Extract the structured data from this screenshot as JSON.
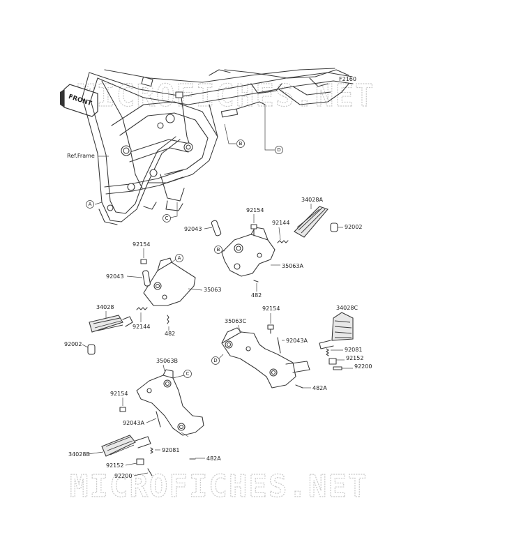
{
  "figure_code": "F2160",
  "watermark": "MICROFICHES.NET",
  "front_arrow": "FRONT",
  "frame_label": "Ref.Frame",
  "callouts": [
    "A",
    "B",
    "C",
    "D"
  ],
  "groups": {
    "B_bracket": {
      "p92154": "92154",
      "p92043": "92043",
      "p34028A": "34028A",
      "p92144": "92144",
      "p92002": "92002",
      "p35063A": "35063A",
      "p482": "482"
    },
    "A_bracket": {
      "p92154": "92154",
      "p92043": "92043",
      "p35063": "35063",
      "p34028": "34028",
      "p92144": "92144",
      "p482": "482",
      "p92002": "92002"
    },
    "D_bracket": {
      "p92154": "92154",
      "p35063C": "35063C",
      "p34028C": "34028C",
      "p92043A": "92043A",
      "p92081": "92081",
      "p92152": "92152",
      "p92200": "92200",
      "p482A": "482A"
    },
    "C_bracket": {
      "p35063B": "35063B",
      "p92154": "92154",
      "p92043A": "92043A",
      "p34028B": "34028B",
      "p92081": "92081",
      "p92152": "92152",
      "p92200": "92200",
      "p482A": "482A"
    }
  }
}
